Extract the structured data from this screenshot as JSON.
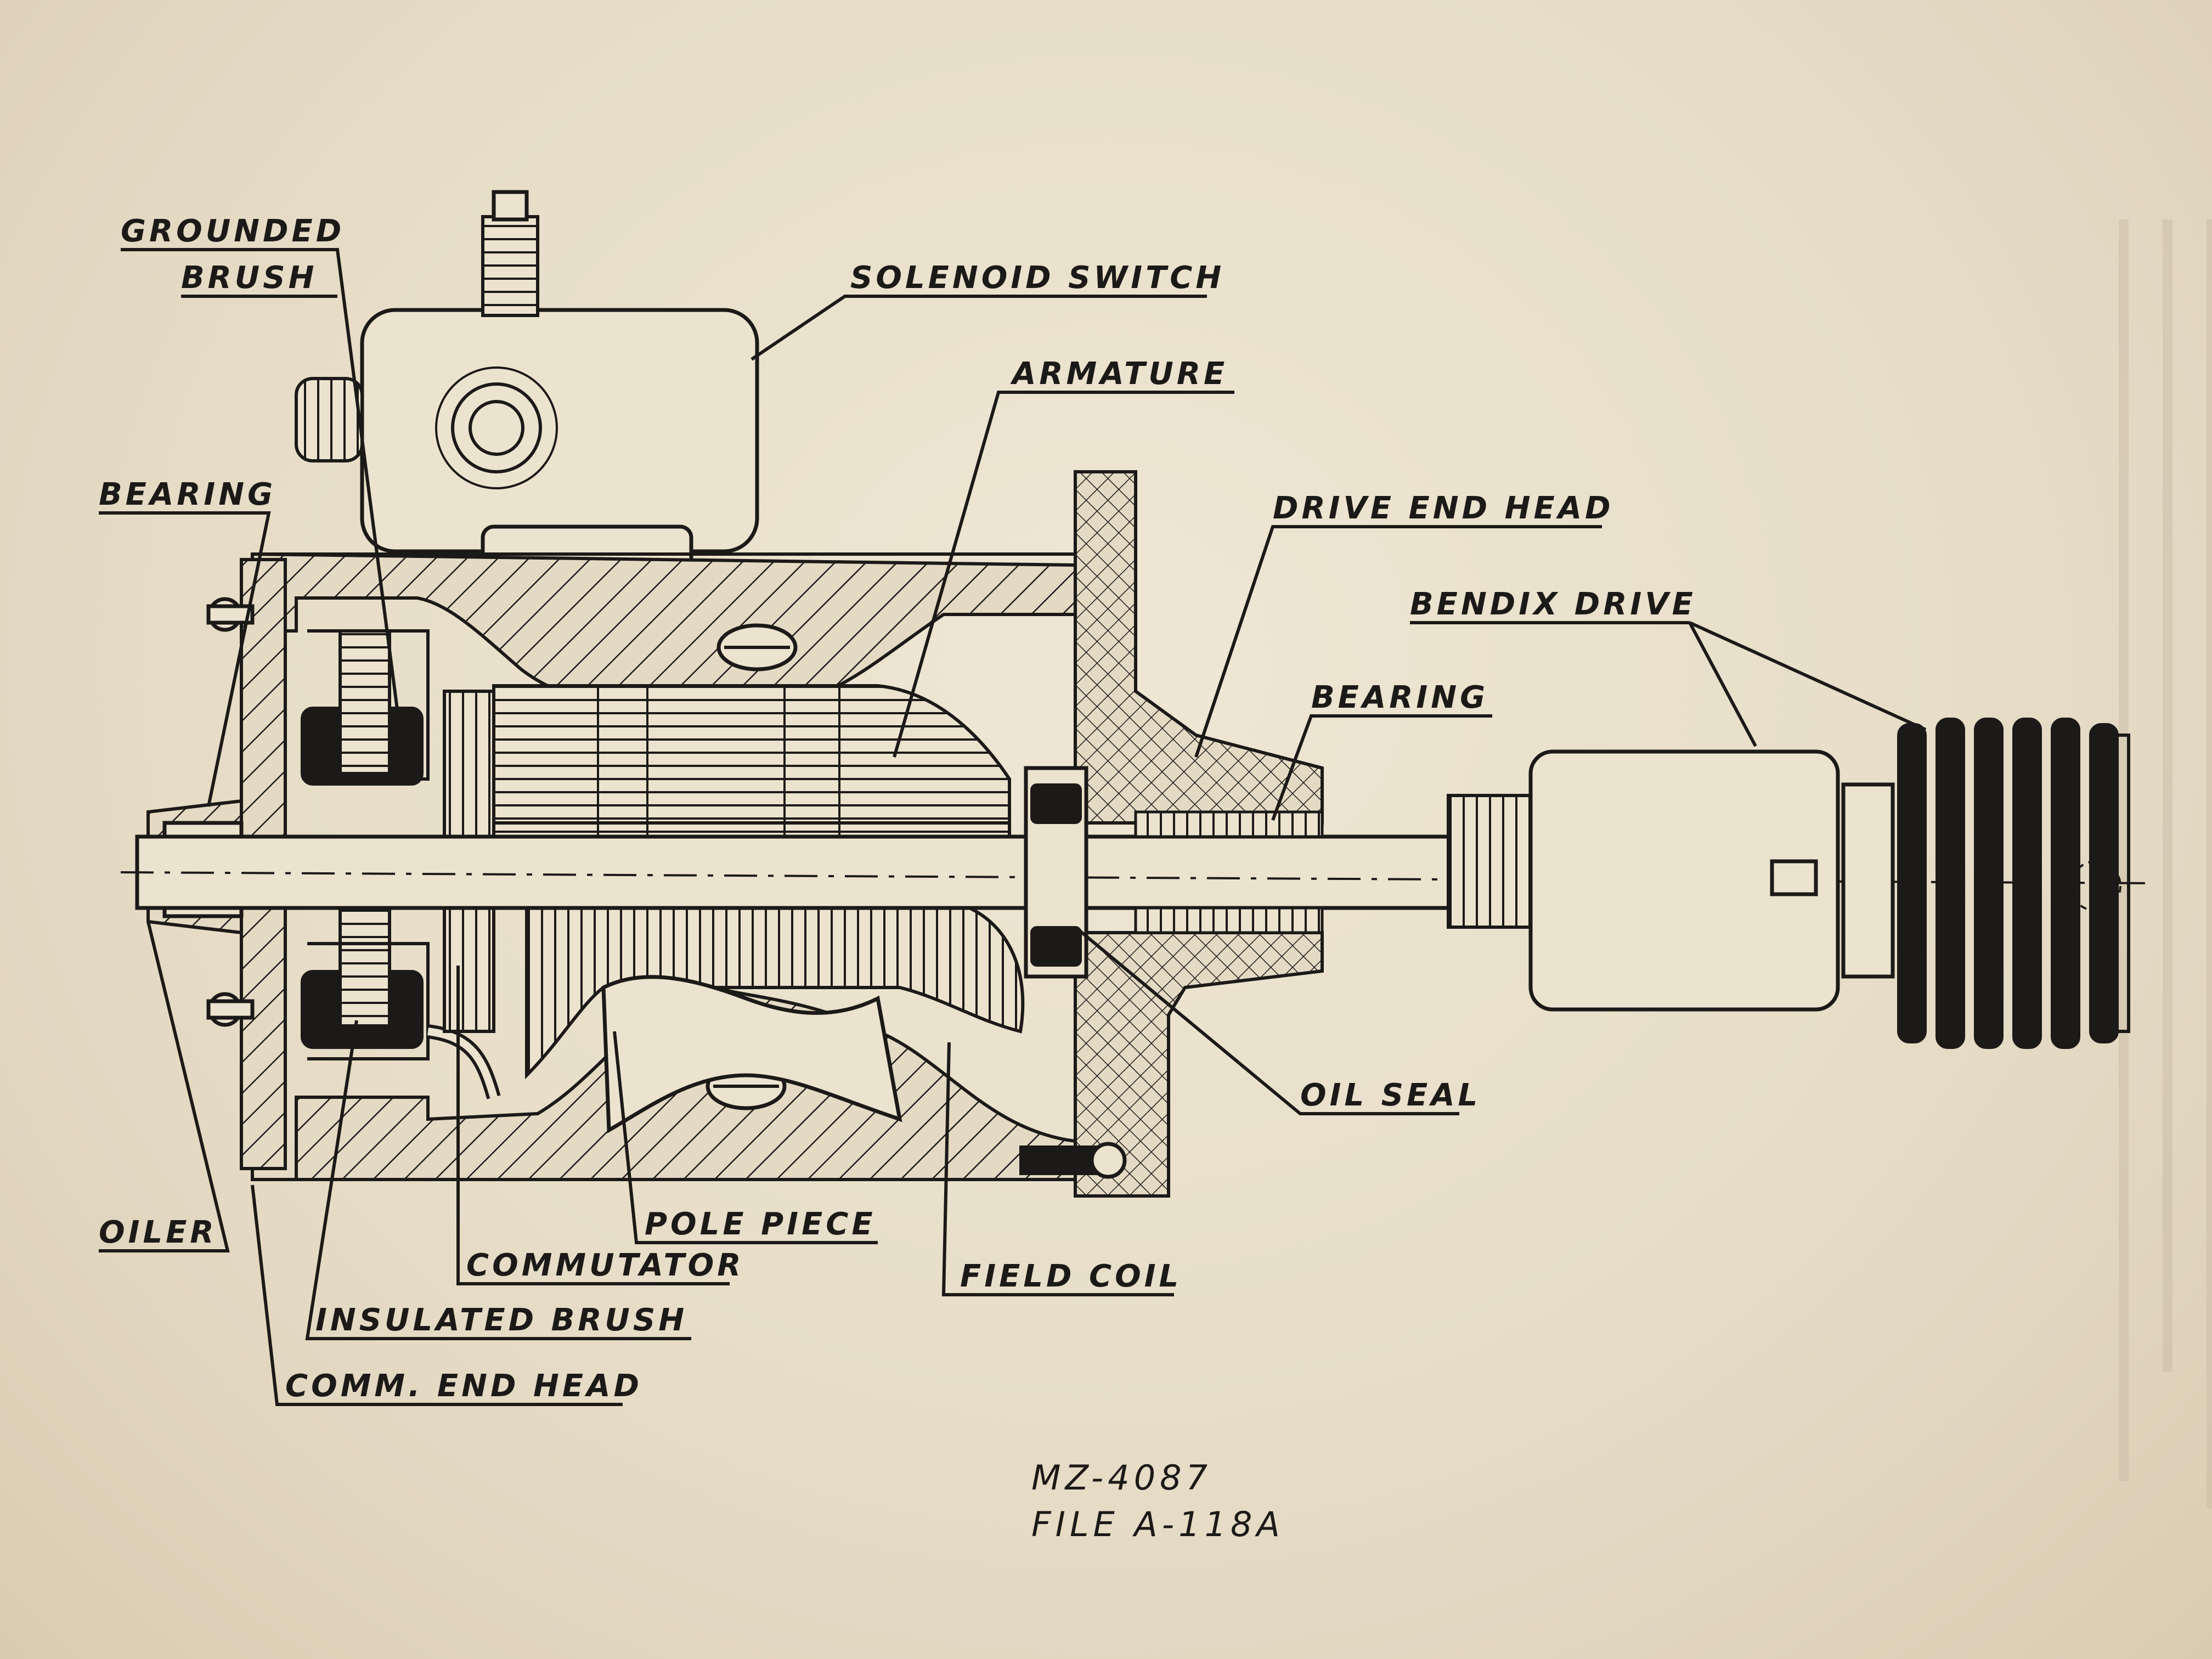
{
  "labels": {
    "grounded_brush_1": "GROUNDED",
    "grounded_brush_2": "BRUSH",
    "solenoid_switch": "SOLENOID SWITCH",
    "armature": "ARMATURE",
    "bearing_left": "BEARING",
    "drive_end_head": "DRIVE END HEAD",
    "bendix_drive": "BENDIX DRIVE",
    "bearing_right": "BEARING",
    "oil_seal": "OIL SEAL",
    "oiler": "OILER",
    "pole_piece": "POLE PIECE",
    "commutator": "COMMUTATOR",
    "field_coil": "FIELD COIL",
    "insulated_brush": "INSULATED BRUSH",
    "comm_end_head": "COMM. END HEAD"
  },
  "reference": {
    "drawing_number": "MZ-4087",
    "file_number": "FILE A-118A"
  }
}
